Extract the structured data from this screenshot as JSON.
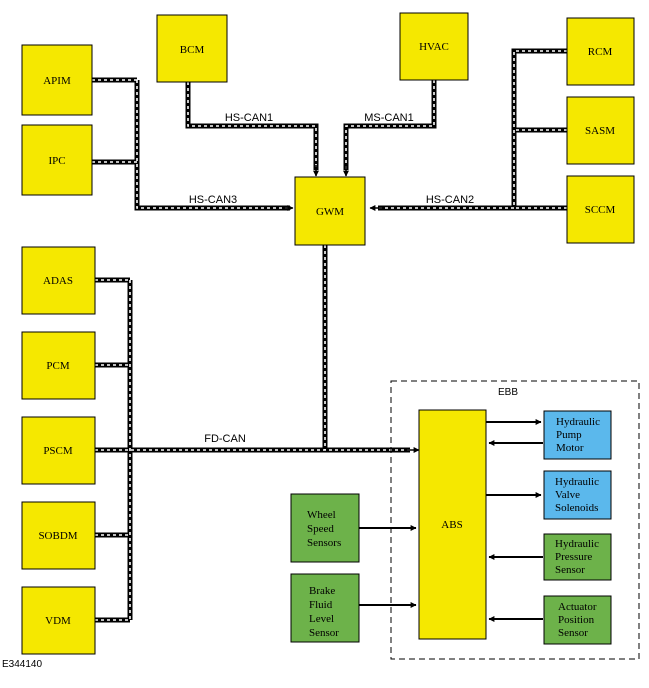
{
  "colors": {
    "module_fill": "#f5e800",
    "sensor_fill": "#6db24a",
    "actuator_fill": "#5bb8ec",
    "stroke": "#000000"
  },
  "modules": {
    "apim": "APIM",
    "ipc": "IPC",
    "bcm": "BCM",
    "hvac": "HVAC",
    "rcm": "RCM",
    "sasm": "SASM",
    "sccm": "SCCM",
    "gwm": "GWM",
    "adas": "ADAS",
    "pcm": "PCM",
    "pscm": "PSCM",
    "sobdm": "SOBDM",
    "vdm": "VDM",
    "abs": "ABS"
  },
  "buses": {
    "hs_can1": "HS-CAN1",
    "ms_can1": "MS-CAN1",
    "hs_can3": "HS-CAN3",
    "hs_can2": "HS-CAN2",
    "fd_can": "FD-CAN"
  },
  "ebb": {
    "label": "EBB",
    "hydraulic_pump_motor": [
      "Hydraulic",
      "Pump",
      "Motor"
    ],
    "hydraulic_valve_solenoids": [
      "Hydraulic",
      "Valve",
      "Solenoids"
    ],
    "hydraulic_pressure_sensor": [
      "Hydraulic",
      "Pressure",
      "Sensor"
    ],
    "actuator_position_sensor": [
      "Actuator",
      "Position",
      "Sensor"
    ]
  },
  "sensors": {
    "wheel_speed_sensors": [
      "Wheel",
      "Speed",
      "Sensors"
    ],
    "brake_fluid_level_sensor": [
      "Brake",
      "Fluid",
      "Level",
      "Sensor"
    ]
  },
  "figure_id": "E344140"
}
